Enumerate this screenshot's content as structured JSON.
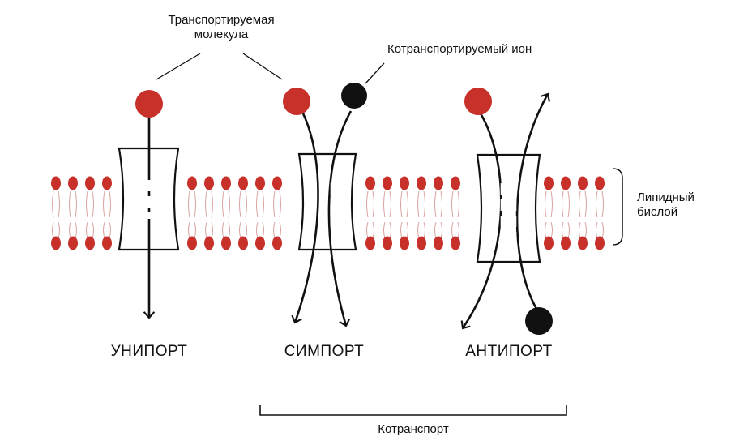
{
  "labels": {
    "transported_line1": "Транспортируемая",
    "transported_line2": "молекула",
    "cotransported_ion": "Котранспортируемый ион",
    "bilayer_line1": "Липидный",
    "bilayer_line2": "бислой",
    "uniport": "УНИПОРТ",
    "symport": "СИМПОРТ",
    "antiport": "АНТИПОРТ",
    "cotransport": "Котранспорт"
  },
  "colors": {
    "molecule": "#c8302a",
    "ion": "#111111",
    "lipid_head": "#c8302a",
    "lipid_tail": "#d9a3a0",
    "outline": "#111111"
  }
}
